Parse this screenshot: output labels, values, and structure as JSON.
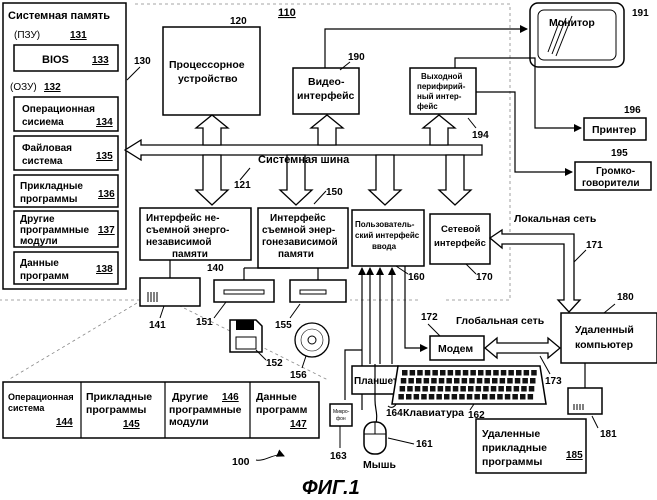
{
  "figure_label": "ФИГ.1",
  "refs": {
    "r100": "100",
    "r110": "110",
    "r120": "120",
    "r121": "121",
    "r130": "130",
    "r131": "131",
    "r132": "132",
    "r133": "133",
    "r134": "134",
    "r135": "135",
    "r136": "136",
    "r137": "137",
    "r138": "138",
    "r140": "140",
    "r141": "141",
    "r144": "144",
    "r145": "145",
    "r146": "146",
    "r147": "147",
    "r150": "150",
    "r151": "151",
    "r152": "152",
    "r155": "155",
    "r156": "156",
    "r160": "160",
    "r161": "161",
    "r162": "162",
    "r163": "163",
    "r164": "164",
    "r170": "170",
    "r171": "171",
    "r172": "172",
    "r173": "173",
    "r180": "180",
    "r181": "181",
    "r185": "185",
    "r190": "190",
    "r191": "191",
    "r194": "194",
    "r195": "195",
    "r196": "196"
  },
  "labels": {
    "system_memory": "Системная память",
    "rom": "(ПЗУ)",
    "bios": "BIOS",
    "ram": "(ОЗУ)",
    "os_1": "Операционная",
    "os_2": "сисиема",
    "fs_1": "Файловая",
    "fs_2": "система",
    "apps_1": "Прикладные",
    "apps_2": "программы",
    "other_1": "Другие",
    "other_2": "программные",
    "other_3": "модули",
    "data_1": "Данные",
    "data_2": "программ",
    "cpu_1": "Процессорное",
    "cpu_2": "устройство",
    "video_1": "Видео-",
    "video_2": "интерфейс",
    "outp_1": "Выходной",
    "outp_2": "перифирий-",
    "outp_3": "ный интер-",
    "outp_4": "фейс",
    "monitor": "Монитор",
    "printer": "Принтер",
    "speakers_1": "Громко-",
    "speakers_2": "говорители",
    "bus": "Системная шина",
    "nonrem_1": "Интерфейс не-",
    "nonrem_2": "съемной энерго-",
    "nonrem_3": "независимой",
    "nonrem_4": "памяти",
    "rem_1": "Интерфейс",
    "rem_2": "съемной энер-",
    "rem_3": "гонезависимой",
    "rem_4": "памяти",
    "ui_1": "Пользователь-",
    "ui_2": "ский интерфейс",
    "ui_3": "ввода",
    "net_1": "Сетевой",
    "net_2": "интерфейс",
    "lan": "Локальная сеть",
    "wan": "Глобальная сеть",
    "modem": "Модем",
    "remote_1": "Удаленный",
    "remote_2": "компьютер",
    "tablet": "Планшет",
    "keyboard": "Клавиатура",
    "mic_1": "Микро-",
    "mic_2": "фон",
    "mouse": "Мышь",
    "remote_apps_1": "Удаленные",
    "remote_apps_2": "прикладные",
    "remote_apps_3": "программы",
    "b_os_1": "Операционная",
    "b_os_2": "система",
    "b_apps_1": "Прикладные",
    "b_apps_2": "программы",
    "b_other_1": "Другие",
    "b_other_2": "программные",
    "b_other_3": "модули",
    "b_data_1": "Данные",
    "b_data_2": "программ"
  }
}
